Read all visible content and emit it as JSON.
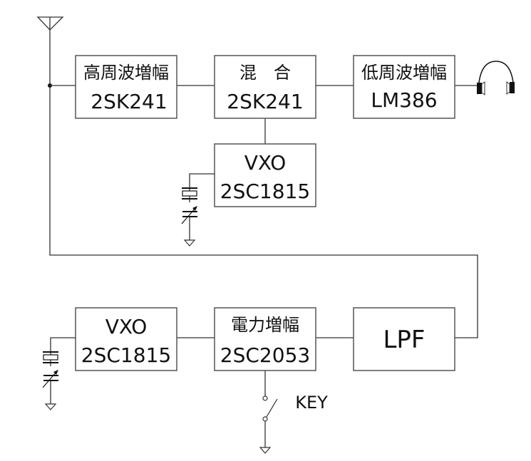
{
  "diagram": {
    "type": "block-diagram",
    "blocks": {
      "rf_amp": {
        "line1": "高周波増幅",
        "line2": "2SK241"
      },
      "mixer": {
        "line1": "混　合",
        "line2": "2SK241"
      },
      "af_amp": {
        "line1": "低周波増幅",
        "line2": "LM386"
      },
      "vxo_rx": {
        "line1": "VXO",
        "line2": "2SC1815"
      },
      "vxo_tx": {
        "line1": "VXO",
        "line2": "2SC1815"
      },
      "power_amp": {
        "line1": "電力増幅",
        "line2": "2SC2053"
      },
      "lpf": {
        "line1": "LPF"
      }
    },
    "labels": {
      "key": "KEY"
    },
    "icons": [
      "antenna-icon",
      "headphones-icon",
      "crystal-icon",
      "variable-capacitor-icon",
      "ground-icon",
      "key-switch-icon"
    ]
  }
}
